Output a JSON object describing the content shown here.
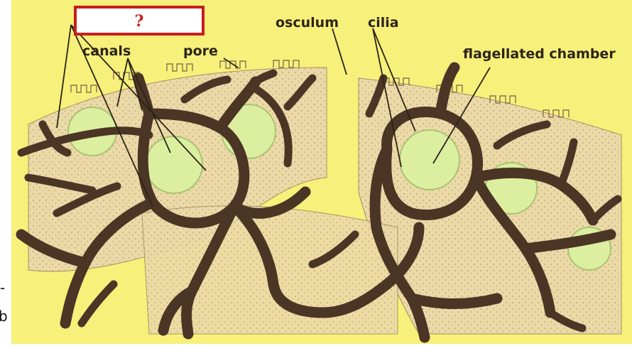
{
  "diagram": {
    "labels": {
      "question": "?",
      "canals": "canals",
      "pore": "pore",
      "osculum": "osculum",
      "cilia": "cilia",
      "flagellated_chamber": "flagellated chamber"
    },
    "edge_marks": {
      "top": "-",
      "bottom": "b"
    },
    "colors": {
      "background": "#f7f07a",
      "tissue": "#ecd9a8",
      "canal": "#4b3525",
      "chamber": "#dcefa0",
      "question_box": "#c81e1e",
      "label_text": "#2c2418"
    }
  }
}
